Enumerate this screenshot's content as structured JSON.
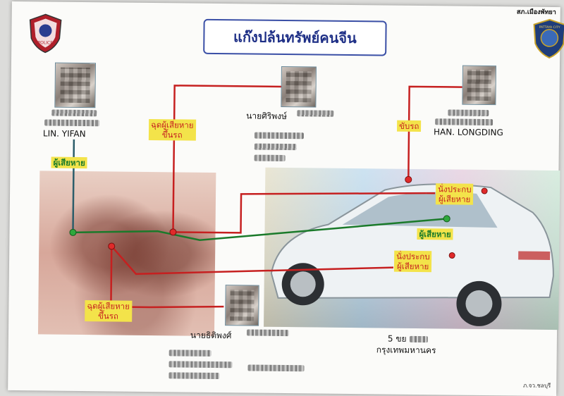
{
  "title": "แก๊งปล้นทรัพย์คนจีน",
  "header_right": "สภ.เมืองพัทยา",
  "footer_right": "ภ.จว.ชลบุรี",
  "badges": {
    "left_text": "POLICE",
    "right_text": "PATTAYA CITY"
  },
  "persons": {
    "p1_label": "LIN. YIFAN",
    "p2_label": "นายศิริพงษ์",
    "p3_label": "HAN. LONGDING",
    "p4_label": "นายธิติพงศ์"
  },
  "tags": {
    "victim_green_1": "ผู้เสียหาย",
    "victim_green_2": "ผู้เสียหาย",
    "pull_1_line1": "ฉุดผู้เสียหาย",
    "pull_1_line2": "ขึ้นรถ",
    "pull_2_line1": "ฉุดผู้เสียหาย",
    "pull_2_line2": "ขึ้นรถ",
    "driver": "ขับรถ",
    "seat_1_line1": "นั่งประกบ",
    "seat_1_line2": "ผู้เสียหาย",
    "seat_2_line1": "นั่งประกบ",
    "seat_2_line2": "ผู้เสียหาย"
  },
  "plate": {
    "line1": "5 ขย",
    "line2": "กรุงเทพมหานคร"
  },
  "colors": {
    "title_border": "#3a4fa6",
    "red_line": "#c62020",
    "green_line": "#1a7a2a",
    "teal_line": "#2c5d6a",
    "tag_bg": "#f3e34a"
  }
}
